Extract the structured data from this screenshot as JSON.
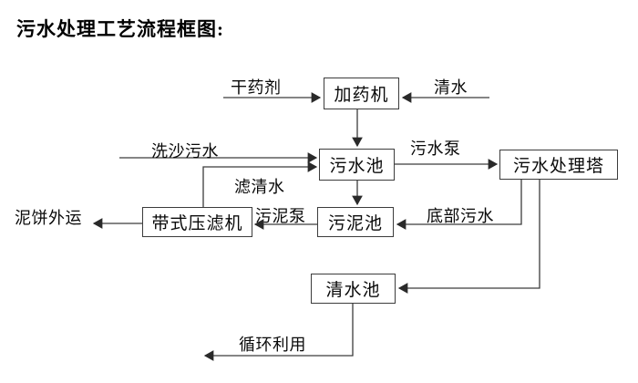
{
  "title": "污水处理工艺流程框图:",
  "diagram": {
    "nodes": {
      "dosing_machine": "加药机",
      "sewage_pool": "污水池",
      "treatment_tower": "污水处理塔",
      "sludge_pool": "污泥池",
      "belt_filter_press": "带式压滤机",
      "clear_water_pool": "清水池"
    },
    "edge_labels": {
      "dry_agent": "干药剂",
      "clear_water": "清水",
      "sand_wash_sewage": "洗沙污水",
      "filtered_water": "滤清水",
      "sewage_pump": "污水泵",
      "bottom_sewage": "底部污水",
      "sludge_pump": "污泥泵",
      "mud_cake_out": "泥饼外运",
      "recycle_use": "循环利用"
    },
    "colors": {
      "line": "#3c3c3c",
      "text": "#000000",
      "background": "#ffffff"
    }
  }
}
